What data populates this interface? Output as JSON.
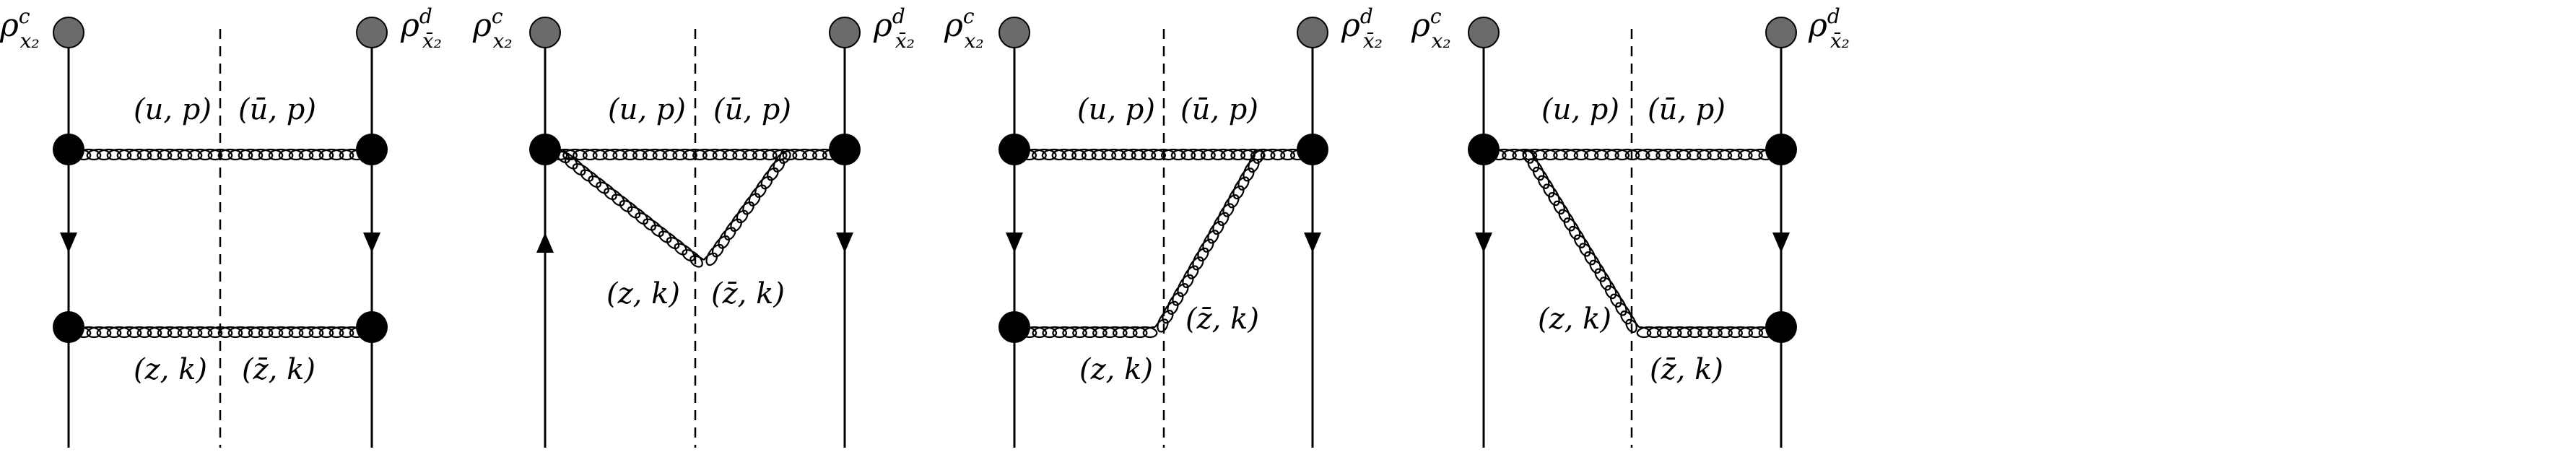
{
  "panels": [
    {
      "rho_left": {
        "symbol": "ρ",
        "sup": "c",
        "sub": "x₂"
      },
      "rho_right": {
        "symbol": "ρ",
        "sup": "d",
        "sub": "x̄₂"
      },
      "label_up": "(u, p)",
      "label_ubar_p": "(ū, p)",
      "label_zk": "(z, k)",
      "label_zbar_k": "(z̄, k)"
    },
    {
      "rho_left": {
        "symbol": "ρ",
        "sup": "c",
        "sub": "x₂"
      },
      "rho_right": {
        "symbol": "ρ",
        "sup": "d",
        "sub": "x̄₂"
      },
      "label_up": "(u, p)",
      "label_ubar_p": "(ū, p)",
      "label_zk": "(z, k)",
      "label_zbar_k": "(z̄, k)"
    },
    {
      "rho_left": {
        "symbol": "ρ",
        "sup": "c",
        "sub": "x₂"
      },
      "rho_right": {
        "symbol": "ρ",
        "sup": "d",
        "sub": "x̄₂"
      },
      "label_up": "(u, p)",
      "label_ubar_p": "(ū, p)",
      "label_zk": "(z, k)",
      "label_zbar_k": "(z̄, k)"
    },
    {
      "rho_left": {
        "symbol": "ρ",
        "sup": "c",
        "sub": "x₂"
      },
      "rho_right": {
        "symbol": "ρ",
        "sup": "d",
        "sub": "x̄₂"
      },
      "label_up": "(u, p)",
      "label_ubar_p": "(ū, p)",
      "label_zk": "(z, k)",
      "label_zbar_k": "(z̄, k)"
    }
  ],
  "colors": {
    "source_node": "#6b6b6b",
    "vertex": "#000000",
    "line": "#000000"
  }
}
